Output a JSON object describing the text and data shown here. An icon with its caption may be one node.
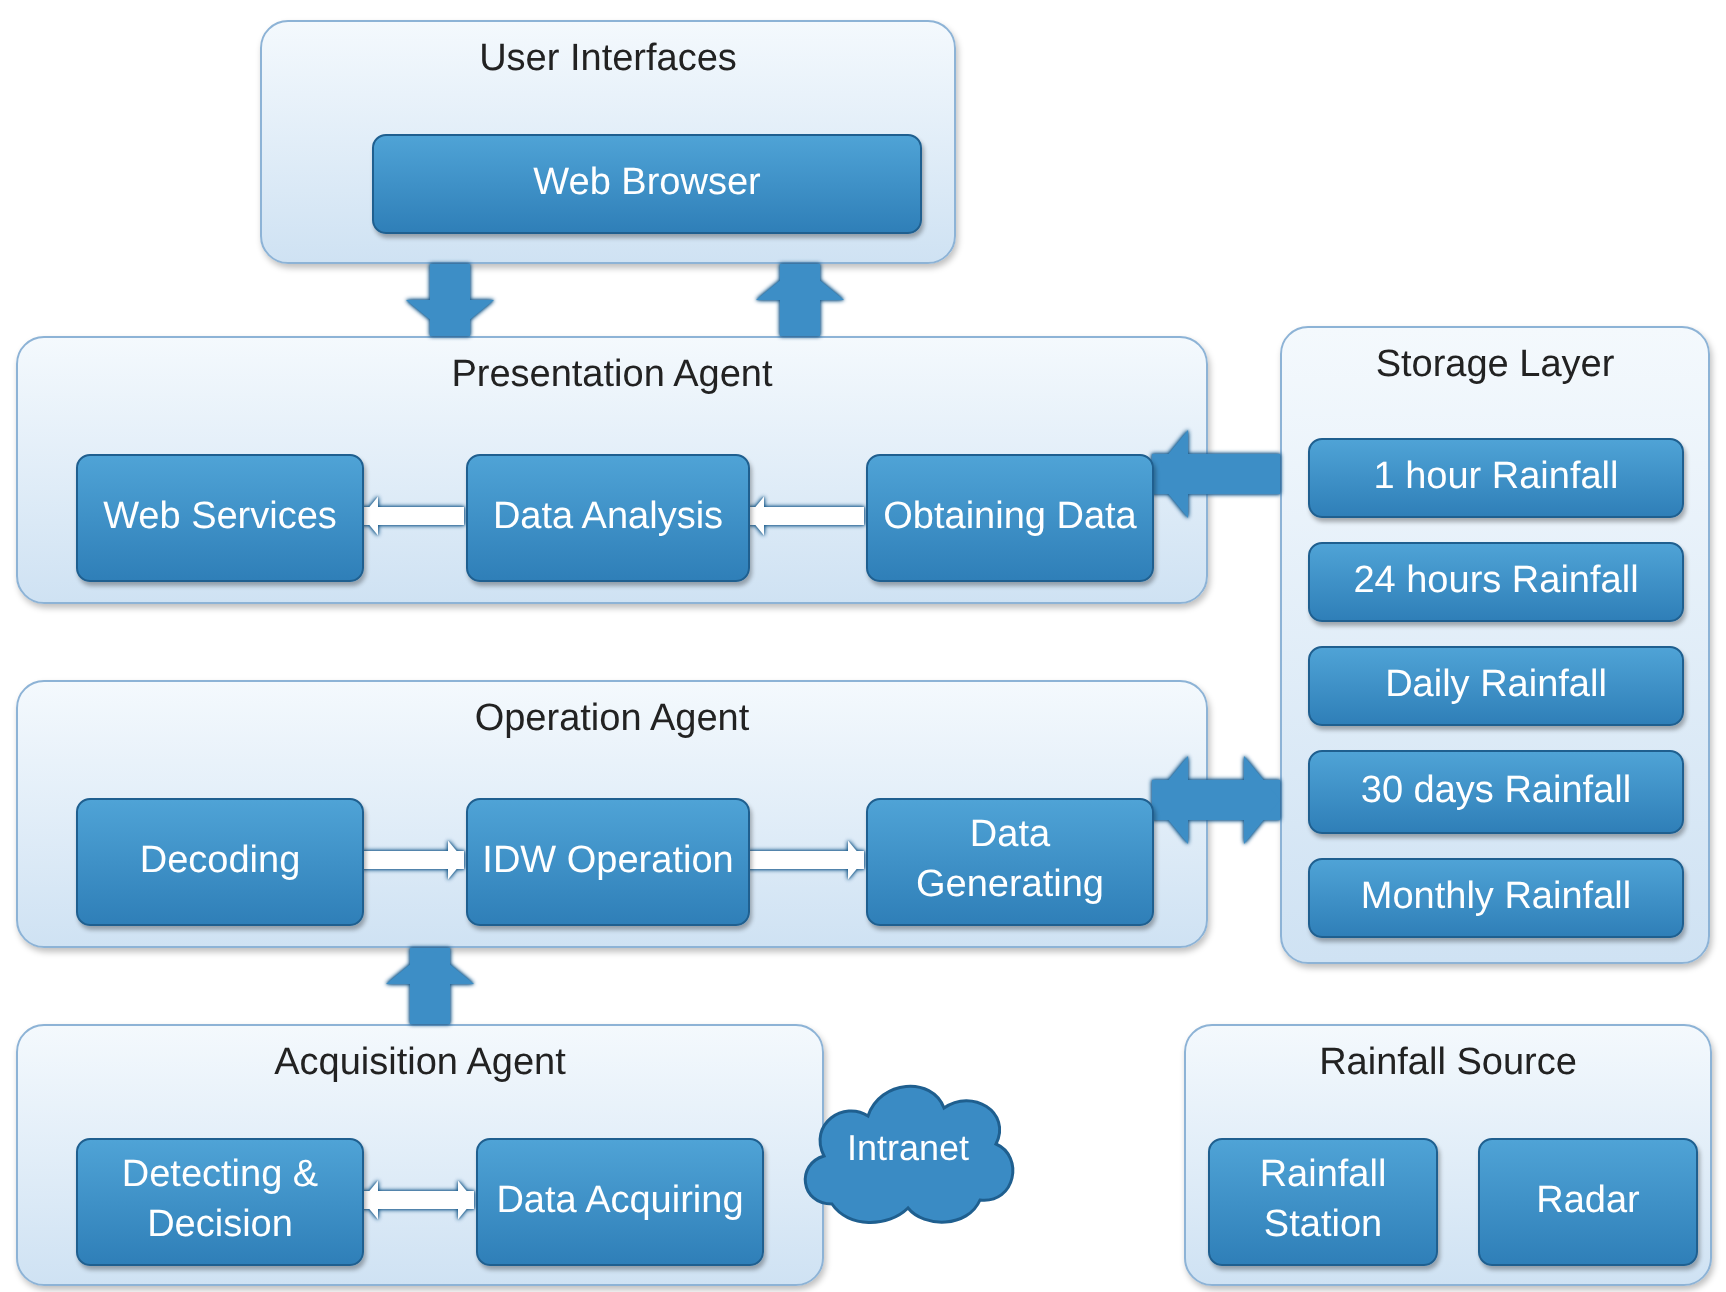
{
  "diagram": {
    "nodes": [
      {
        "text": [
          "User Interfaces"
        ]
      },
      {
        "text": [
          "Web Browser"
        ],
        "in": 0
      },
      {
        "text": [
          "Presentation Agent"
        ]
      },
      {
        "text": [
          "Web Services"
        ],
        "in": 2
      },
      {
        "text": [
          "Data Analysis"
        ],
        "in": 2
      },
      {
        "text": [
          "Obtaining Data"
        ],
        "in": 2
      },
      {
        "text": [
          "Storage Layer"
        ]
      },
      {
        "text": [
          "1 hour Rainfall"
        ],
        "in": 6
      },
      {
        "text": [
          "24 hours Rainfall"
        ],
        "in": 6
      },
      {
        "text": [
          "Daily Rainfall"
        ],
        "in": 6
      },
      {
        "text": [
          "30 days Rainfall"
        ],
        "in": 6
      },
      {
        "text": [
          "Monthly Rainfall"
        ],
        "in": 6
      },
      {
        "text": [
          "Operation Agent"
        ]
      },
      {
        "text": [
          "Decoding"
        ],
        "in": 12
      },
      {
        "text": [
          "IDW Operation"
        ],
        "in": 12
      },
      {
        "text": [
          "Data Generating"
        ],
        "in": 12
      },
      {
        "text": [
          "Acquisition Agent"
        ]
      },
      {
        "text": [
          "Detecting & Decision"
        ],
        "in": 16
      },
      {
        "text": [
          "Data Acquiring"
        ],
        "in": 16
      },
      {
        "text": [
          "Intranet"
        ]
      },
      {
        "text": [
          "Rainfall Source"
        ]
      },
      {
        "text": [
          "Rainfall Station"
        ],
        "in": 20
      },
      {
        "text": [
          "Radar"
        ],
        "in": 20
      }
    ],
    "edges": [
      {
        "from": 0,
        "to": 2,
        "arrow": "to",
        "style": "thick"
      },
      {
        "from": 2,
        "to": 0,
        "arrow": "to",
        "style": "thick"
      },
      {
        "from": 6,
        "to": 5,
        "arrow": "to",
        "style": "thick"
      },
      {
        "from": 5,
        "to": 4,
        "arrow": "to",
        "color": "#ffffff"
      },
      {
        "from": 4,
        "to": 3,
        "arrow": "to",
        "color": "#ffffff"
      },
      {
        "from": 13,
        "to": 14,
        "arrow": "to",
        "color": "#ffffff"
      },
      {
        "from": 14,
        "to": 15,
        "arrow": "to",
        "color": "#ffffff"
      },
      {
        "from": 15,
        "to": 6,
        "arrow": "both",
        "style": "thick"
      },
      {
        "from": 16,
        "to": 12,
        "arrow": "to",
        "style": "thick"
      },
      {
        "from": 17,
        "to": 18,
        "arrow": "both",
        "color": "#ffffff"
      }
    ]
  }
}
